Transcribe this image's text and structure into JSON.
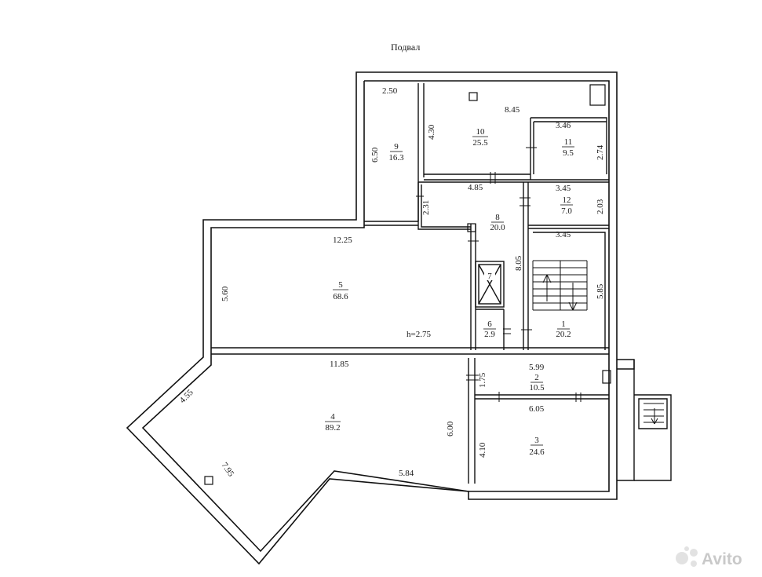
{
  "title": "Подвал",
  "rooms": [
    {
      "num": "1",
      "area": "20.2"
    },
    {
      "num": "2",
      "area": "10.5"
    },
    {
      "num": "3",
      "area": "24.6"
    },
    {
      "num": "4",
      "area": "89.2"
    },
    {
      "num": "5",
      "area": "68.6"
    },
    {
      "num": "6",
      "area": "2.9"
    },
    {
      "num": "7",
      "area": ""
    },
    {
      "num": "8",
      "area": "20.0"
    },
    {
      "num": "9",
      "area": "16.3"
    },
    {
      "num": "10",
      "area": "25.5"
    },
    {
      "num": "11",
      "area": "9.5"
    },
    {
      "num": "12",
      "area": "7.0"
    }
  ],
  "dimensions": [
    "2.50",
    "6.50",
    "8.45",
    "4.30",
    "3.46",
    "2.74",
    "4.85",
    "2.31",
    "3.45",
    "2.03",
    "3.45",
    "8.05",
    "5.85",
    "12.25",
    "5.60",
    "h=2.75",
    "11.85",
    "1.75",
    "5.99",
    "6.05",
    "6.00",
    "4.10",
    "5.84",
    "4.55",
    "7.95"
  ],
  "watermark": "Avito"
}
